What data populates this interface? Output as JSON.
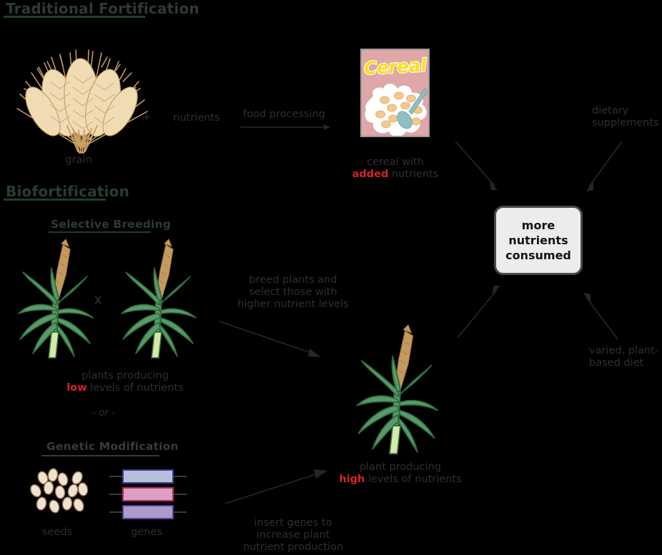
{
  "sections": {
    "traditional": {
      "title": "Traditional Fortification"
    },
    "bio": {
      "title": "Biofortification"
    },
    "selective": {
      "title": "Selective Breeding"
    },
    "genetic": {
      "title": "Genetic Modification"
    }
  },
  "labels": {
    "grain": "grain",
    "plus": "+",
    "nutrients": "nutrients",
    "food_processing": "food processing",
    "cereal_line1": "cereal with",
    "cereal_added": "added",
    "cereal_line2_rest": " nutrients",
    "cereal_box_title": "Cereal",
    "center_line1": "more",
    "center_line2": "nutrients",
    "center_line3": "consumed",
    "dietary_line1": "dietary",
    "dietary_line2": "supplements",
    "varied_line1": "varied, plant-",
    "varied_line2": "based diet",
    "cross": "X",
    "or": "- or -",
    "plants_low_line1": "plants producing",
    "plants_low_accent": "low",
    "plants_low_rest": " levels of nutrients",
    "breed_line1": "breed plants and",
    "breed_line2": "select those with",
    "breed_line3": "higher nutrient levels",
    "seeds": "seeds",
    "genes": "genes",
    "insert_line1": "insert genes to",
    "insert_line2": "increase plant",
    "insert_line3": "nutrient production",
    "plant_high_line1": "plant producing",
    "plant_high_accent": "high",
    "plant_high_rest": " levels of nutrients"
  },
  "colors": {
    "background": "#000000",
    "heading_text": "#2b3a36",
    "heading_rule": "#1f3b38",
    "body_text": "#2f2f2f",
    "accent_red": "#d2232a",
    "cereal_box_pink": "#dfa7a7",
    "cereal_title_yellow": "#f5e01e",
    "cereal_piece_orange": "#f2c98a",
    "spoon_teal": "#8fbfc0",
    "center_box_fill": "#ececec",
    "center_box_border": "#4a4a4a",
    "wheat_stroke": "#c9a063",
    "wheat_fill": "#f0dcb4",
    "corn_leaf": "#5a9a68",
    "corn_leaf_dark": "#2d6b3d",
    "corn_tassel": "#c49a5f",
    "corn_base": "#d7e8a8",
    "seed_fill": "#f0e2cf",
    "seed_stroke": "#8a6a4a",
    "gene_blue": "#b9bedd",
    "gene_blue_border": "#3b3f8f",
    "gene_pink": "#dca0c2",
    "gene_pink_border": "#b42a6b",
    "gene_purple": "#aa9ccb",
    "gene_purple_border": "#5b3fa0",
    "arrow": "#272727"
  },
  "genes": [
    {
      "name": "gene-bar-blue",
      "fill": "#b9bedd",
      "border": "#3b3f8f"
    },
    {
      "name": "gene-bar-pink",
      "fill": "#dca0c2",
      "border": "#b42a6b"
    },
    {
      "name": "gene-bar-purple",
      "fill": "#aa9ccb",
      "border": "#5b3fa0"
    }
  ]
}
